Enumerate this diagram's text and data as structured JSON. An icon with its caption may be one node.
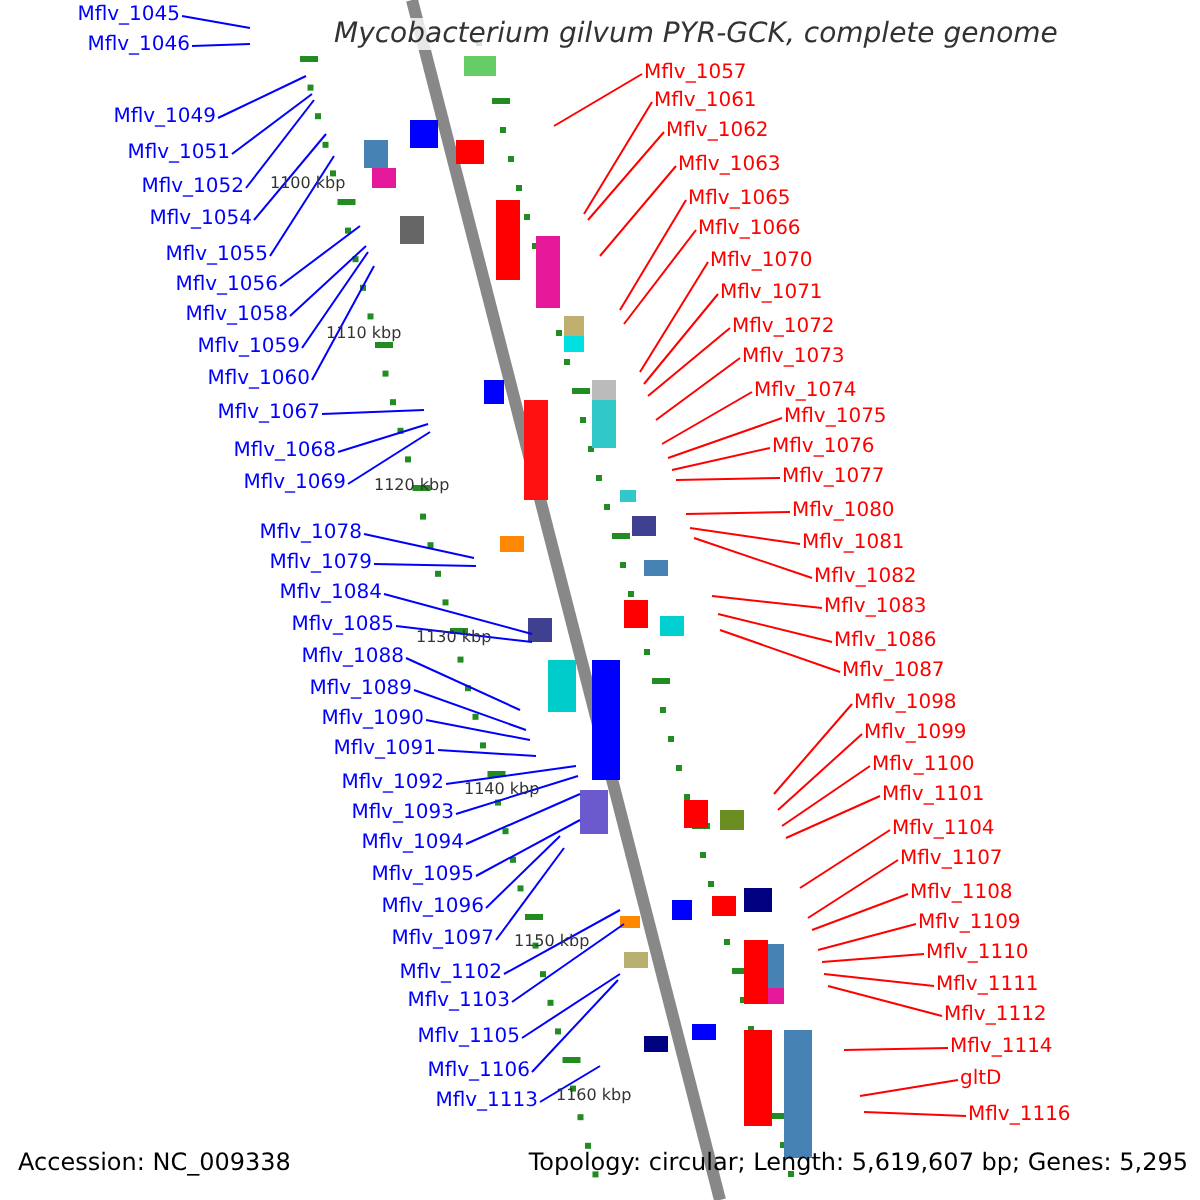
{
  "diagram": {
    "title": "Mycobacterium gilvum PYR-GCK, complete genome",
    "nodes": [
      {
        "text": [
          "Mflv_1045"
        ]
      },
      {
        "text": [
          "Mflv_1046"
        ]
      },
      {
        "text": [
          "Mflv_1049"
        ]
      },
      {
        "text": [
          "Mflv_1051"
        ]
      },
      {
        "text": [
          "Mflv_1052"
        ]
      },
      {
        "text": [
          "Mflv_1054"
        ]
      },
      {
        "text": [
          "Mflv_1055"
        ]
      },
      {
        "text": [
          "Mflv_1056"
        ]
      },
      {
        "text": [
          "Mflv_1058"
        ]
      },
      {
        "text": [
          "Mflv_1059"
        ]
      },
      {
        "text": [
          "Mflv_1060"
        ]
      },
      {
        "text": [
          "Mflv_1067"
        ]
      },
      {
        "text": [
          "Mflv_1068"
        ]
      },
      {
        "text": [
          "Mflv_1069"
        ]
      },
      {
        "text": [
          "Mflv_1078"
        ]
      },
      {
        "text": [
          "Mflv_1079"
        ]
      },
      {
        "text": [
          "Mflv_1084"
        ]
      },
      {
        "text": [
          "Mflv_1085"
        ]
      },
      {
        "text": [
          "Mflv_1088"
        ]
      },
      {
        "text": [
          "Mflv_1089"
        ]
      },
      {
        "text": [
          "Mflv_1090"
        ]
      },
      {
        "text": [
          "Mflv_1091"
        ]
      },
      {
        "text": [
          "Mflv_1092"
        ]
      },
      {
        "text": [
          "Mflv_1093"
        ]
      },
      {
        "text": [
          "Mflv_1094"
        ]
      },
      {
        "text": [
          "Mflv_1095"
        ]
      },
      {
        "text": [
          "Mflv_1096"
        ]
      },
      {
        "text": [
          "Mflv_1097"
        ]
      },
      {
        "text": [
          "Mflv_1102"
        ]
      },
      {
        "text": [
          "Mflv_1103"
        ]
      },
      {
        "text": [
          "Mflv_1105"
        ]
      },
      {
        "text": [
          "Mflv_1106"
        ]
      },
      {
        "text": [
          "Mflv_1113"
        ]
      },
      {
        "text": [
          "Mflv_1057"
        ]
      },
      {
        "text": [
          "Mflv_1061"
        ]
      },
      {
        "text": [
          "Mflv_1062"
        ]
      },
      {
        "text": [
          "Mflv_1063"
        ]
      },
      {
        "text": [
          "Mflv_1065"
        ]
      },
      {
        "text": [
          "Mflv_1066"
        ]
      },
      {
        "text": [
          "Mflv_1070"
        ]
      },
      {
        "text": [
          "Mflv_1071"
        ]
      },
      {
        "text": [
          "Mflv_1072"
        ]
      },
      {
        "text": [
          "Mflv_1073"
        ]
      },
      {
        "text": [
          "Mflv_1074"
        ]
      },
      {
        "text": [
          "Mflv_1075"
        ]
      },
      {
        "text": [
          "Mflv_1076"
        ]
      },
      {
        "text": [
          "Mflv_1077"
        ]
      },
      {
        "text": [
          "Mflv_1080"
        ]
      },
      {
        "text": [
          "Mflv_1081"
        ]
      },
      {
        "text": [
          "Mflv_1082"
        ]
      },
      {
        "text": [
          "Mflv_1083"
        ]
      },
      {
        "text": [
          "Mflv_1086"
        ]
      },
      {
        "text": [
          "Mflv_1087"
        ]
      },
      {
        "text": [
          "Mflv_1098"
        ]
      },
      {
        "text": [
          "Mflv_1099"
        ]
      },
      {
        "text": [
          "Mflv_1100"
        ]
      },
      {
        "text": [
          "Mflv_1101"
        ]
      },
      {
        "text": [
          "Mflv_1104"
        ]
      },
      {
        "text": [
          "Mflv_1107"
        ]
      },
      {
        "text": [
          "Mflv_1108"
        ]
      },
      {
        "text": [
          "Mflv_1109"
        ]
      },
      {
        "text": [
          "Mflv_1110"
        ]
      },
      {
        "text": [
          "Mflv_1111"
        ]
      },
      {
        "text": [
          "Mflv_1112"
        ]
      },
      {
        "text": [
          "Mflv_1114"
        ]
      },
      {
        "text": [
          "gltD"
        ]
      },
      {
        "text": [
          "Mflv_1116"
        ]
      }
    ],
    "edges": [
      {
        "from": 0,
        "to": null,
        "arrow": "none",
        "color": "#0000ff"
      },
      {
        "from": 1,
        "to": null,
        "arrow": "none",
        "color": "#0000ff"
      },
      {
        "from": 2,
        "to": null,
        "arrow": "none",
        "color": "#0000ff"
      },
      {
        "from": 3,
        "to": null,
        "arrow": "none",
        "color": "#0000ff"
      },
      {
        "from": 4,
        "to": null,
        "arrow": "none",
        "color": "#0000ff"
      },
      {
        "from": 5,
        "to": null,
        "arrow": "none",
        "color": "#0000ff"
      },
      {
        "from": 6,
        "to": null,
        "arrow": "none",
        "color": "#0000ff"
      },
      {
        "from": 7,
        "to": null,
        "arrow": "none",
        "color": "#0000ff"
      },
      {
        "from": 8,
        "to": null,
        "arrow": "none",
        "color": "#0000ff"
      },
      {
        "from": 9,
        "to": null,
        "arrow": "none",
        "color": "#0000ff"
      },
      {
        "from": 10,
        "to": null,
        "arrow": "none",
        "color": "#0000ff"
      },
      {
        "from": 11,
        "to": null,
        "arrow": "none",
        "color": "#0000ff"
      },
      {
        "from": 12,
        "to": null,
        "arrow": "none",
        "color": "#0000ff"
      },
      {
        "from": 13,
        "to": null,
        "arrow": "none",
        "color": "#0000ff"
      },
      {
        "from": 14,
        "to": null,
        "arrow": "none",
        "color": "#0000ff"
      },
      {
        "from": 15,
        "to": null,
        "arrow": "none",
        "color": "#0000ff"
      },
      {
        "from": 16,
        "to": null,
        "arrow": "none",
        "color": "#0000ff"
      },
      {
        "from": 17,
        "to": null,
        "arrow": "none",
        "color": "#0000ff"
      },
      {
        "from": 18,
        "to": null,
        "arrow": "none",
        "color": "#0000ff"
      },
      {
        "from": 19,
        "to": null,
        "arrow": "none",
        "color": "#0000ff"
      },
      {
        "from": 20,
        "to": null,
        "arrow": "none",
        "color": "#0000ff"
      },
      {
        "from": 21,
        "to": null,
        "arrow": "none",
        "color": "#0000ff"
      },
      {
        "from": 22,
        "to": null,
        "arrow": "none",
        "color": "#0000ff"
      },
      {
        "from": 23,
        "to": null,
        "arrow": "none",
        "color": "#0000ff"
      },
      {
        "from": 24,
        "to": null,
        "arrow": "none",
        "color": "#0000ff"
      },
      {
        "from": 25,
        "to": null,
        "arrow": "none",
        "color": "#0000ff"
      },
      {
        "from": 26,
        "to": null,
        "arrow": "none",
        "color": "#0000ff"
      },
      {
        "from": 27,
        "to": null,
        "arrow": "none",
        "color": "#0000ff"
      },
      {
        "from": 28,
        "to": null,
        "arrow": "none",
        "color": "#0000ff"
      },
      {
        "from": 29,
        "to": null,
        "arrow": "none",
        "color": "#0000ff"
      },
      {
        "from": 30,
        "to": null,
        "arrow": "none",
        "color": "#0000ff"
      },
      {
        "from": 31,
        "to": null,
        "arrow": "none",
        "color": "#0000ff"
      },
      {
        "from": 32,
        "to": null,
        "arrow": "none",
        "color": "#0000ff"
      },
      {
        "from": 33,
        "to": null,
        "arrow": "none"
      },
      {
        "from": 34,
        "to": null,
        "arrow": "none"
      },
      {
        "from": 35,
        "to": null,
        "arrow": "none"
      },
      {
        "from": 36,
        "to": null,
        "arrow": "none"
      },
      {
        "from": 37,
        "to": null,
        "arrow": "none"
      },
      {
        "from": 38,
        "to": null,
        "arrow": "none"
      },
      {
        "from": 39,
        "to": null,
        "arrow": "none"
      },
      {
        "from": 40,
        "to": null,
        "arrow": "none"
      },
      {
        "from": 41,
        "to": null,
        "arrow": "none"
      },
      {
        "from": 42,
        "to": null,
        "arrow": "none"
      },
      {
        "from": 43,
        "to": null,
        "arrow": "none"
      },
      {
        "from": 44,
        "to": null,
        "arrow": "none"
      },
      {
        "from": 45,
        "to": null,
        "arrow": "none"
      },
      {
        "from": 46,
        "to": null,
        "arrow": "none"
      },
      {
        "from": 47,
        "to": null,
        "arrow": "none"
      },
      {
        "from": 48,
        "to": null,
        "arrow": "none"
      },
      {
        "from": 49,
        "to": null,
        "arrow": "none"
      },
      {
        "from": 50,
        "to": null,
        "arrow": "none"
      },
      {
        "from": 51,
        "to": null,
        "arrow": "none"
      },
      {
        "from": 52,
        "to": null,
        "arrow": "none"
      },
      {
        "from": 53,
        "to": null,
        "arrow": "none"
      },
      {
        "from": 54,
        "to": null,
        "arrow": "none"
      },
      {
        "from": 55,
        "to": null,
        "arrow": "none"
      },
      {
        "from": 56,
        "to": null,
        "arrow": "none"
      },
      {
        "from": 57,
        "to": null,
        "arrow": "none"
      },
      {
        "from": 58,
        "to": null,
        "arrow": "none"
      },
      {
        "from": 59,
        "to": null,
        "arrow": "none"
      },
      {
        "from": 60,
        "to": null,
        "arrow": "none"
      },
      {
        "from": 61,
        "to": null,
        "arrow": "none"
      },
      {
        "from": 62,
        "to": null,
        "arrow": "none"
      },
      {
        "from": 63,
        "to": null,
        "arrow": "none"
      },
      {
        "from": 64,
        "to": null,
        "arrow": "none"
      },
      {
        "from": 65,
        "to": null,
        "arrow": "none"
      },
      {
        "from": 66,
        "to": null,
        "arrow": "none"
      }
    ],
    "labels": [
      "1100 kbp",
      "1110 kbp",
      "1120 kbp",
      "1130 kbp",
      "1140 kbp",
      "1150 kbp",
      "1160 kbp",
      "Accession: NC_009338",
      "Topology: circular; Length: 5,619,607 bp; Genes: 5,295"
    ]
  }
}
